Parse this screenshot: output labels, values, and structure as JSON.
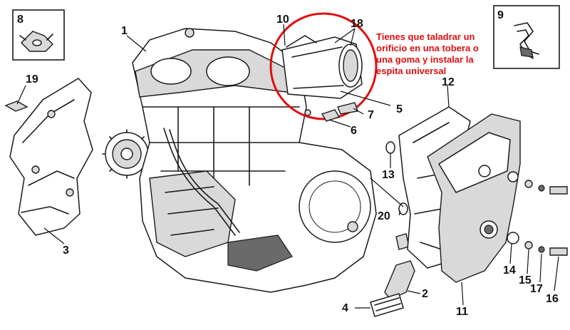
{
  "callouts": {
    "c1": "1",
    "c2": "2",
    "c3": "3",
    "c4": "4",
    "c5": "5",
    "c6": "6",
    "c7": "7",
    "c8": "8",
    "c9": "9",
    "c10": "10",
    "c11": "11",
    "c12": "12",
    "c13": "13",
    "c14": "14",
    "c15": "15",
    "c16": "16",
    "c17": "17",
    "c18": "18",
    "c19": "19",
    "c20": "20"
  },
  "annotation": {
    "lines": [
      "Tienes que taladrar un",
      "orificio en una tobera o",
      "una goma y instalar la",
      "espita universal"
    ],
    "color": "#e01010"
  },
  "highlight_color": "#e01010"
}
